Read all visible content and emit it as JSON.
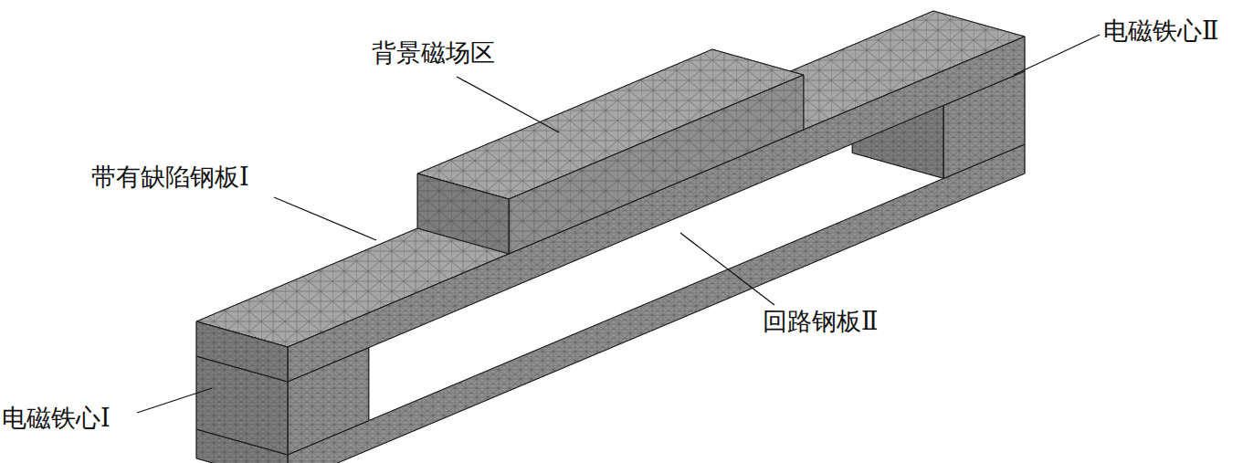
{
  "diagram": {
    "labels": [
      "背景磁场区",
      "带有缺陷钢板Ⅰ",
      "电磁铁心Ⅱ",
      "回路钢板Ⅱ",
      "电磁铁心Ⅰ"
    ]
  }
}
